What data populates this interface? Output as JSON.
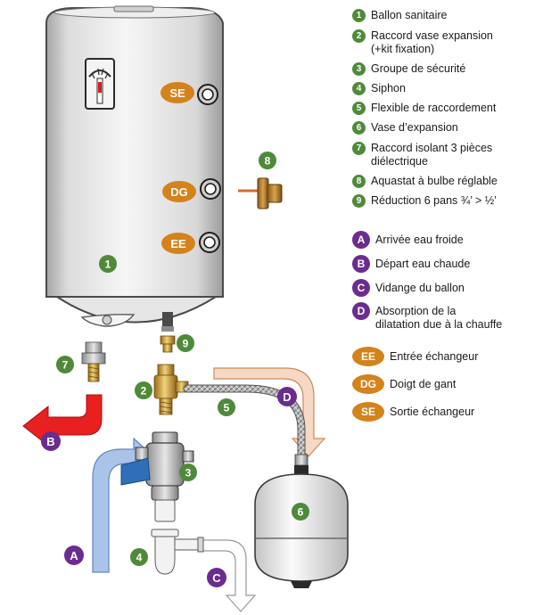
{
  "numbered_legend": [
    {
      "num": "1",
      "label": "Ballon sanitaire"
    },
    {
      "num": "2",
      "label": "Raccord vase expansion\n(+kit fixation)"
    },
    {
      "num": "3",
      "label": "Groupe de sécurité"
    },
    {
      "num": "4",
      "label": "Siphon"
    },
    {
      "num": "5",
      "label": "Flexible de raccordement"
    },
    {
      "num": "6",
      "label": "Vase d’expansion"
    },
    {
      "num": "7",
      "label": "Raccord isolant 3 pièces\ndiélectrique"
    },
    {
      "num": "8",
      "label": "Aquastat à bulbe réglable"
    },
    {
      "num": "9",
      "label": "Réduction 6 pans ¾’ > ½’"
    }
  ],
  "letter_legend": [
    {
      "letter": "A",
      "label": "Arrivée eau froide"
    },
    {
      "letter": "B",
      "label": "Départ eau chaude"
    },
    {
      "letter": "C",
      "label": "Vidange du ballon"
    },
    {
      "letter": "D",
      "label": "Absorption de la\ndilatation due à la chauffe"
    }
  ],
  "tag_legend": [
    {
      "tag": "EE",
      "label": "Entrée échangeur"
    },
    {
      "tag": "DG",
      "label": "Doigt de gant"
    },
    {
      "tag": "SE",
      "label": "Sortie échangeur"
    }
  ],
  "diagram_labels": {
    "tank": "1",
    "fitting_2": "2",
    "security_group": "3",
    "siphon": "4",
    "flex_hose": "5",
    "expansion_vessel": "6",
    "dielectric_fitting": "7",
    "aquastat": "8",
    "reducer": "9",
    "port_se": "SE",
    "port_dg": "DG",
    "port_ee": "EE",
    "flow_a": "A",
    "flow_b": "B",
    "flow_c": "C",
    "flow_d": "D"
  },
  "colors": {
    "number_badge": "#4f8a3a",
    "letter_badge": "#6b2c8f",
    "tag_badge": "#d4821c",
    "hot_arrow": "#e8201f",
    "cold_arrow": "#a9c4e8",
    "expansion_arrow": "#f7d8c4",
    "drain_arrow": "#ffffff"
  }
}
